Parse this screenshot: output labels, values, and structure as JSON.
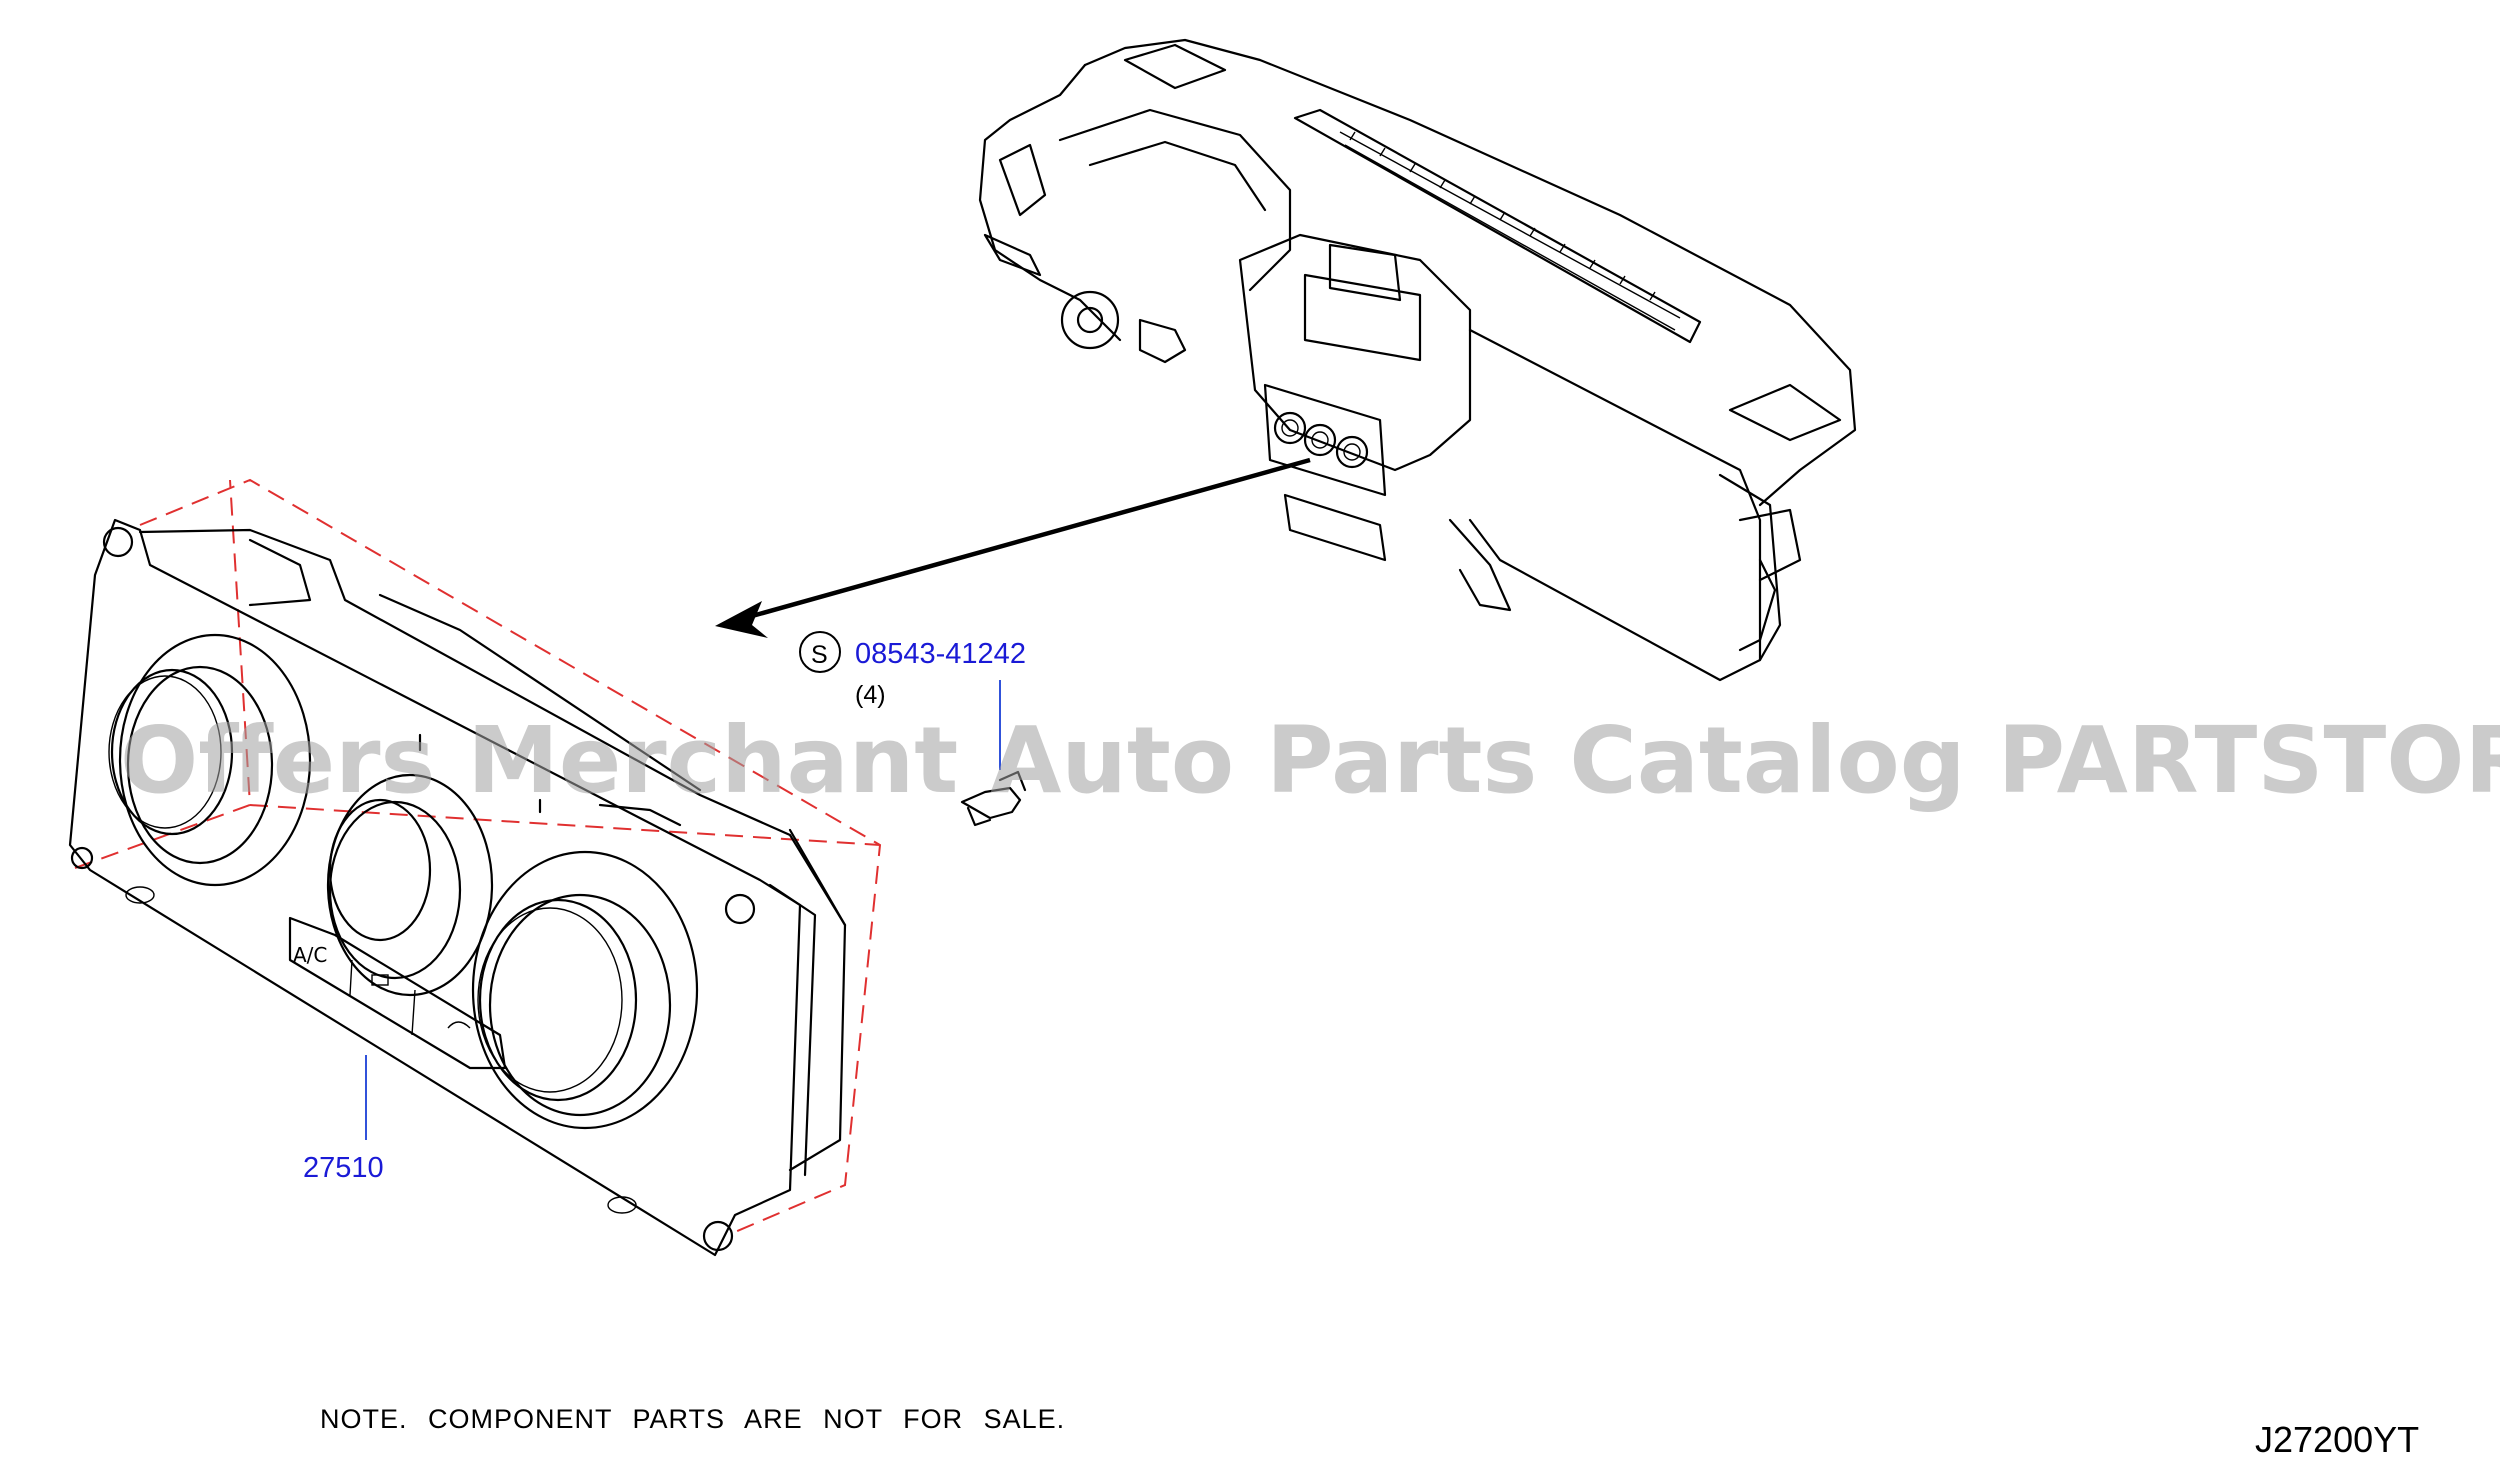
{
  "watermark": "Offers Merchant Auto Parts Catalog PARTSTORE.SA",
  "callouts": {
    "clip": {
      "symbol": "S",
      "part_number": "08543-41242",
      "quantity": "(4)"
    },
    "control_unit": {
      "part_number": "27510"
    }
  },
  "panel": {
    "button_label": "A/C"
  },
  "note": "NOTE.  COMPONENT  PARTS  ARE  NOT  FOR  SALE.",
  "diagram_code": "J27200YT",
  "colors": {
    "part_number": "#1a1ad6",
    "exploded_line": "#e03030",
    "watermark": "#a0a0a0"
  }
}
